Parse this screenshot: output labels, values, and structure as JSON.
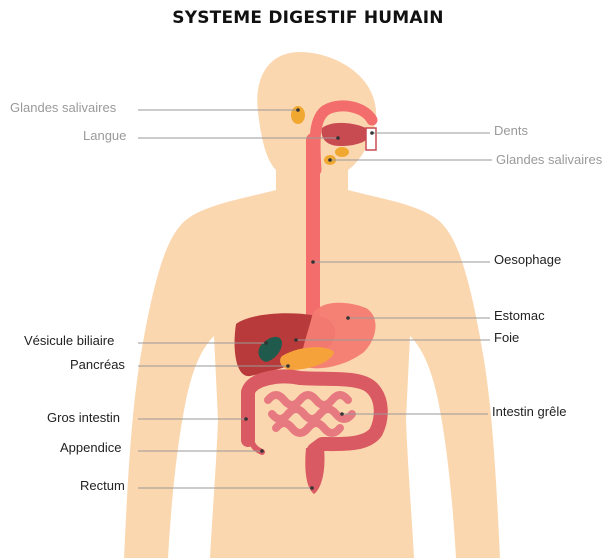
{
  "title": "SYSTEME DIGESTIF HUMAIN",
  "colors": {
    "skin": "#fbd7b0",
    "esophagus": "#f26d6b",
    "liver": "#b83a3a",
    "stomach": "#f47c72",
    "gallbladder": "#1f5a4c",
    "pancreas": "#f6a23b",
    "intestine": "#d95a62",
    "gland": "#f0a830",
    "leader_line": "#9a9a9a"
  },
  "labels": {
    "glandes_salivaires_left": "Glandes salivaires",
    "langue": "Langue",
    "dents": "Dents",
    "glandes_salivaires_right": "Glandes salivaires",
    "oesophage": "Oesophage",
    "estomac": "Estomac",
    "foie": "Foie",
    "vesicule_biliaire": "Vésicule biliaire",
    "pancreas": "Pancréas",
    "gros_intestin": "Gros intestin",
    "intestin_grele": "Intestin grêle",
    "appendice": "Appendice",
    "rectum": "Rectum"
  }
}
